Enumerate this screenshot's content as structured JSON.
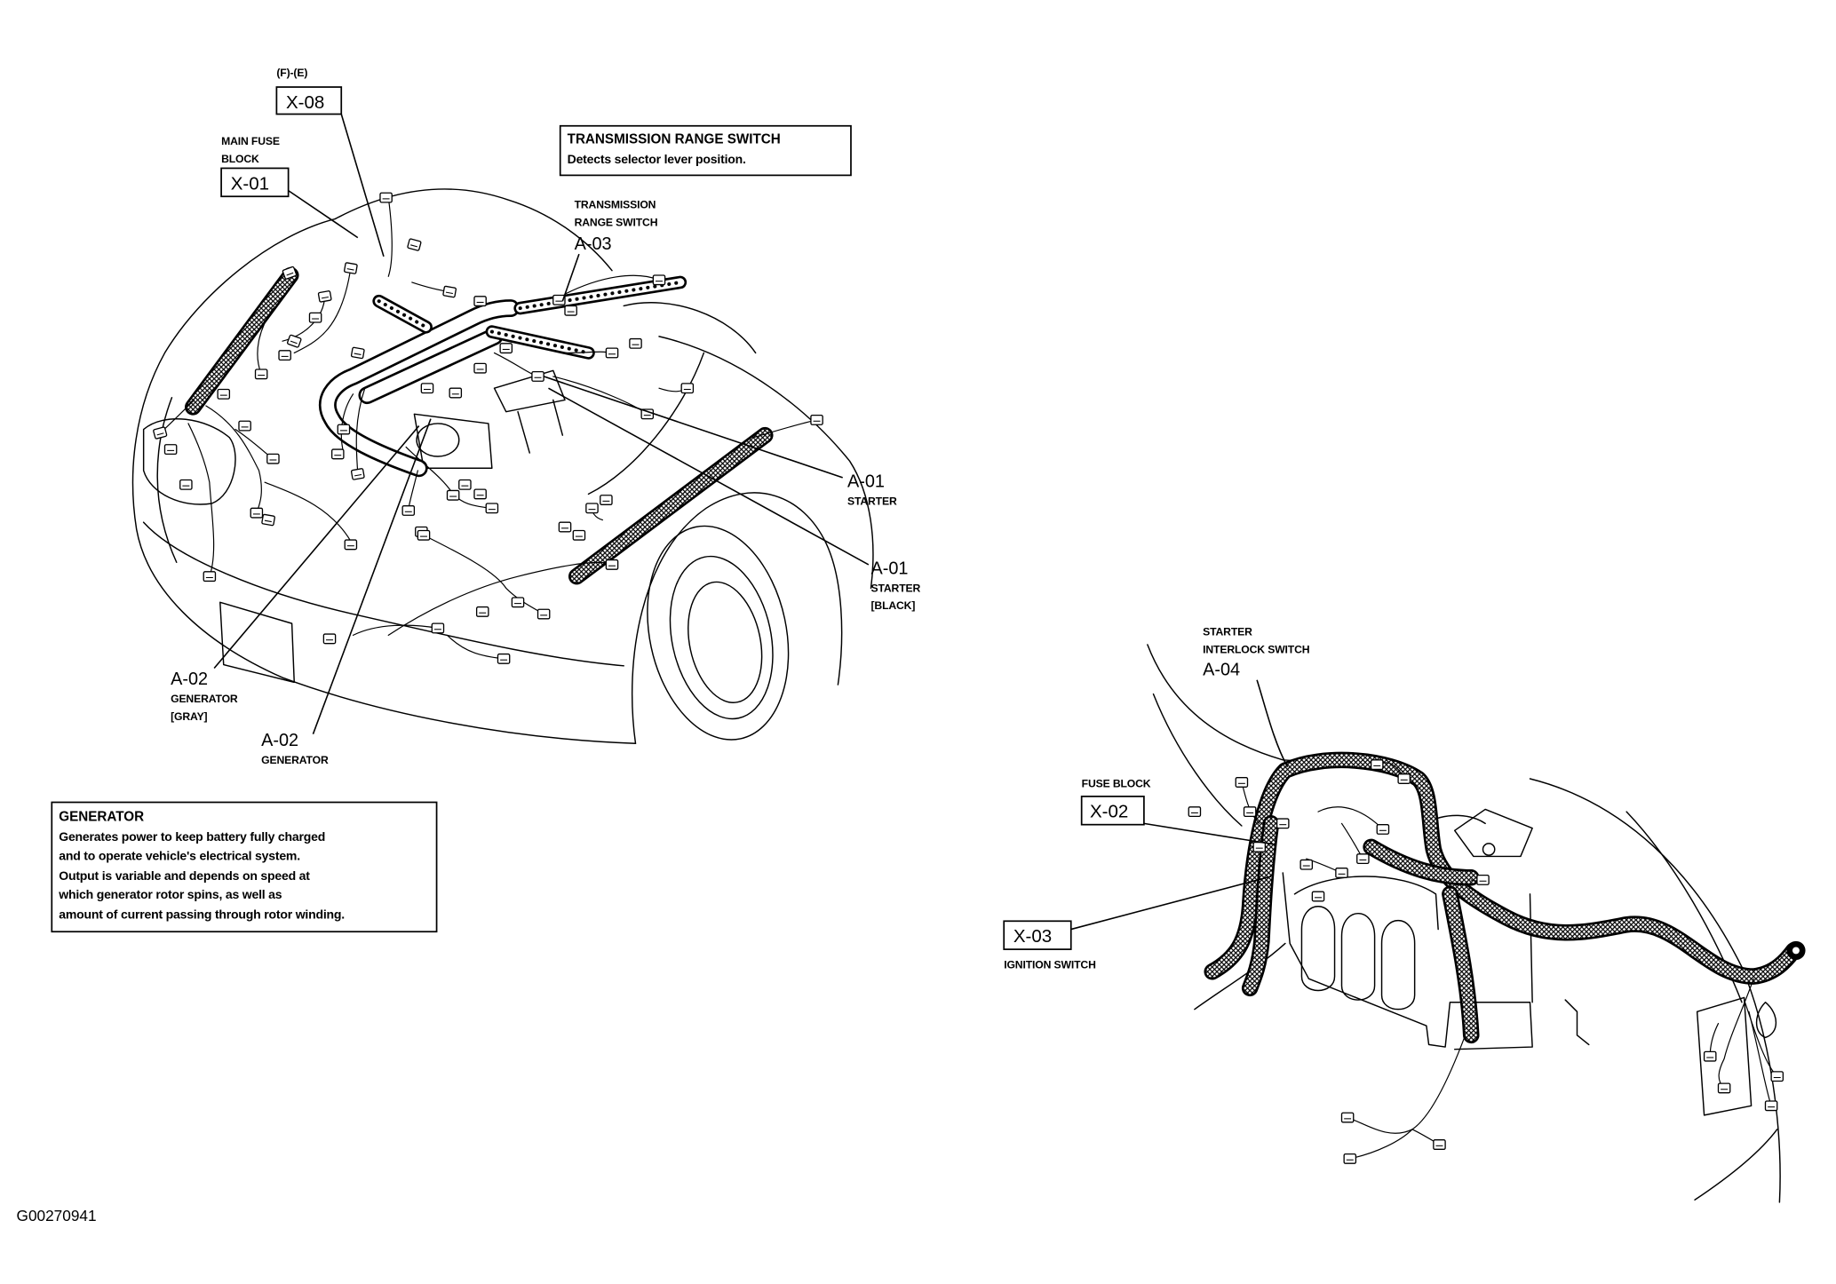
{
  "figure_id": "G00270941",
  "info_boxes": {
    "transmission_range_switch": {
      "title": "TRANSMISSION RANGE SWITCH",
      "description": "Detects selector lever position."
    },
    "generator": {
      "title": "GENERATOR",
      "lines": [
        "Generates power to keep battery fully charged",
        "and to operate vehicle's electrical system.",
        "Output is variable and depends on speed at",
        "which generator rotor spins, as well as",
        "amount of current passing through rotor winding."
      ]
    }
  },
  "callouts": {
    "x08": {
      "note": "(F)-(E)",
      "code": "X-08"
    },
    "x01": {
      "name": [
        "MAIN FUSE",
        "BLOCK"
      ],
      "code": "X-01"
    },
    "a03": {
      "name": [
        "TRANSMISSION",
        "RANGE SWITCH"
      ],
      "code": "A-03"
    },
    "a01_starter": {
      "code": "A-01",
      "name": "STARTER"
    },
    "a01_starter_black": {
      "code": "A-01",
      "name": "STARTER",
      "color": "[BLACK]"
    },
    "a02_generator_gray": {
      "code": "A-02",
      "name": "GENERATOR",
      "color": "[GRAY]"
    },
    "a02_generator": {
      "code": "A-02",
      "name": "GENERATOR"
    },
    "a04": {
      "name": [
        "STARTER",
        "INTERLOCK SWITCH"
      ],
      "code": "A-04"
    },
    "x02": {
      "name": "FUSE BLOCK",
      "code": "X-02"
    },
    "x03": {
      "code": "X-03",
      "name": "IGNITION SWITCH"
    }
  },
  "colors": {
    "ink": "#000000",
    "paper": "#ffffff"
  }
}
